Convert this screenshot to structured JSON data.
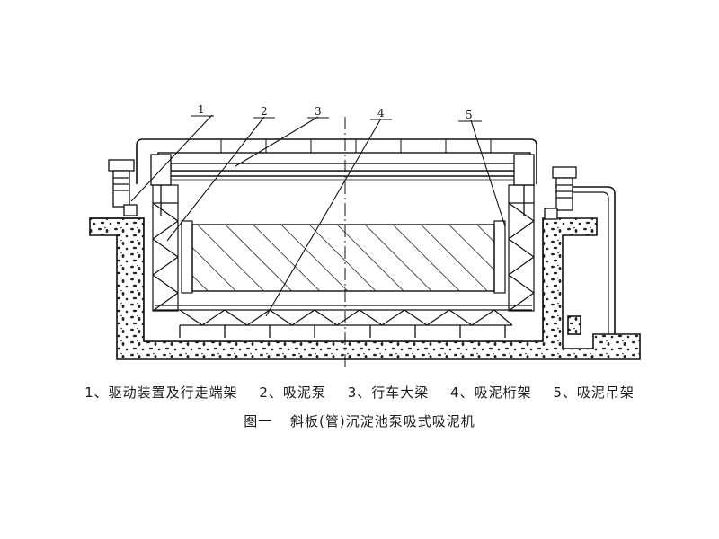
{
  "callouts": [
    "1",
    "2",
    "3",
    "4",
    "5"
  ],
  "legend": [
    "1、驱动装置及行走端架",
    "2、吸泥泵",
    "3、行车大梁",
    "4、吸泥桁架",
    "5、吸泥吊架"
  ],
  "caption": {
    "label": "图一",
    "title": "斜板(管)沉淀池泵吸式吸泥机"
  }
}
